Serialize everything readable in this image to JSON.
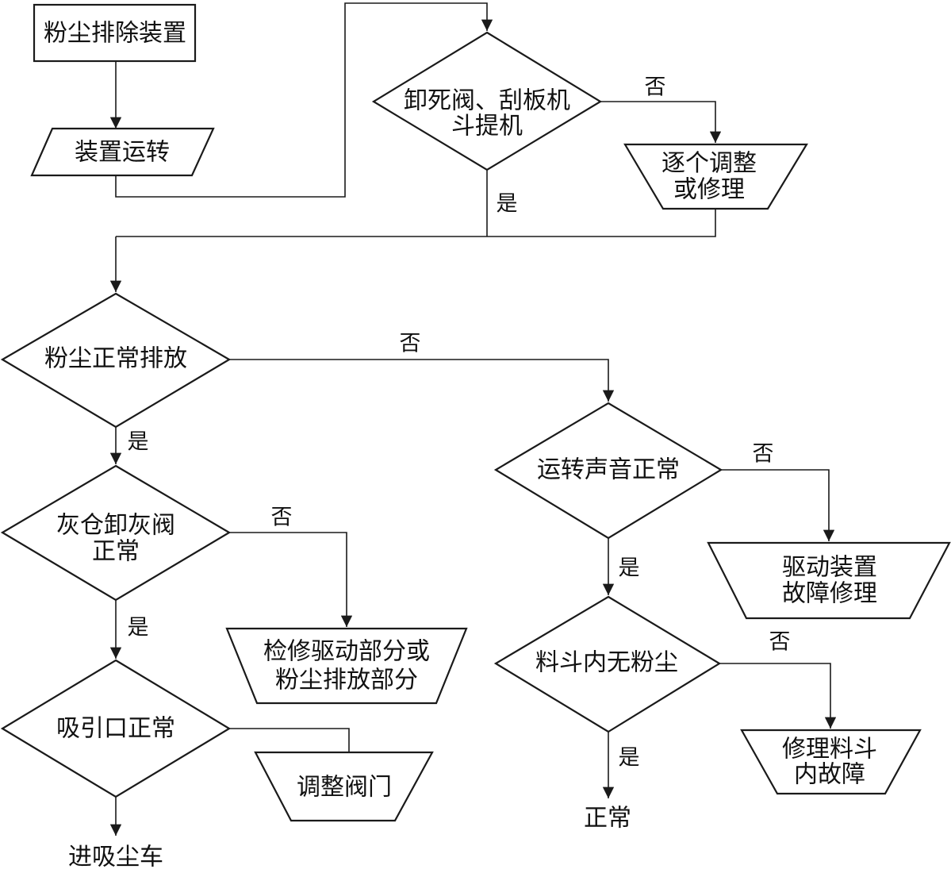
{
  "nodes": {
    "dust_removal": [
      "粉尘排除装置"
    ],
    "device_running": [
      "装置运转"
    ],
    "valve_check": [
      "卸死阀、刮板机",
      "斗提机"
    ],
    "adjust_repair": [
      "逐个调整",
      "或修理"
    ],
    "dust_normal": [
      "粉尘正常排放"
    ],
    "ash_valve": [
      "灰仓卸灰阀",
      "正常"
    ],
    "repair_drive": [
      "检修驱动部分或",
      "粉尘排放部分"
    ],
    "suction_normal": [
      "吸引口正常"
    ],
    "adjust_valve": [
      "调整阀门"
    ],
    "to_vacuum_truck": [
      "进吸尘车"
    ],
    "sound_normal": [
      "运转声音正常"
    ],
    "drive_repair": [
      "驱动装置",
      "故障修理"
    ],
    "hopper_clean": [
      "料斗内无粉尘"
    ],
    "hopper_repair": [
      "修理料斗",
      "内故障"
    ],
    "normal_end": [
      "正常"
    ]
  },
  "edge_labels": {
    "yes": "是",
    "no": "否"
  }
}
